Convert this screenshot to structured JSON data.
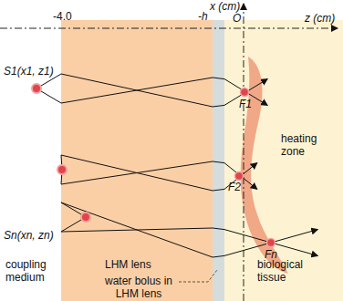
{
  "diagram": {
    "nodes": [
      {
        "text": [
          "LHM lens"
        ]
      },
      {
        "text": [
          "biological tissue"
        ]
      }
    ],
    "labels": [
      "x (cm)",
      "z (cm)",
      "-4.0",
      "-h",
      "O",
      "S1(x1, z1)",
      "Sn(xn, zn)",
      "F1",
      "F2",
      "Fn",
      "heating zone",
      "coupling medium",
      "water bolus in LHM lens"
    ]
  }
}
